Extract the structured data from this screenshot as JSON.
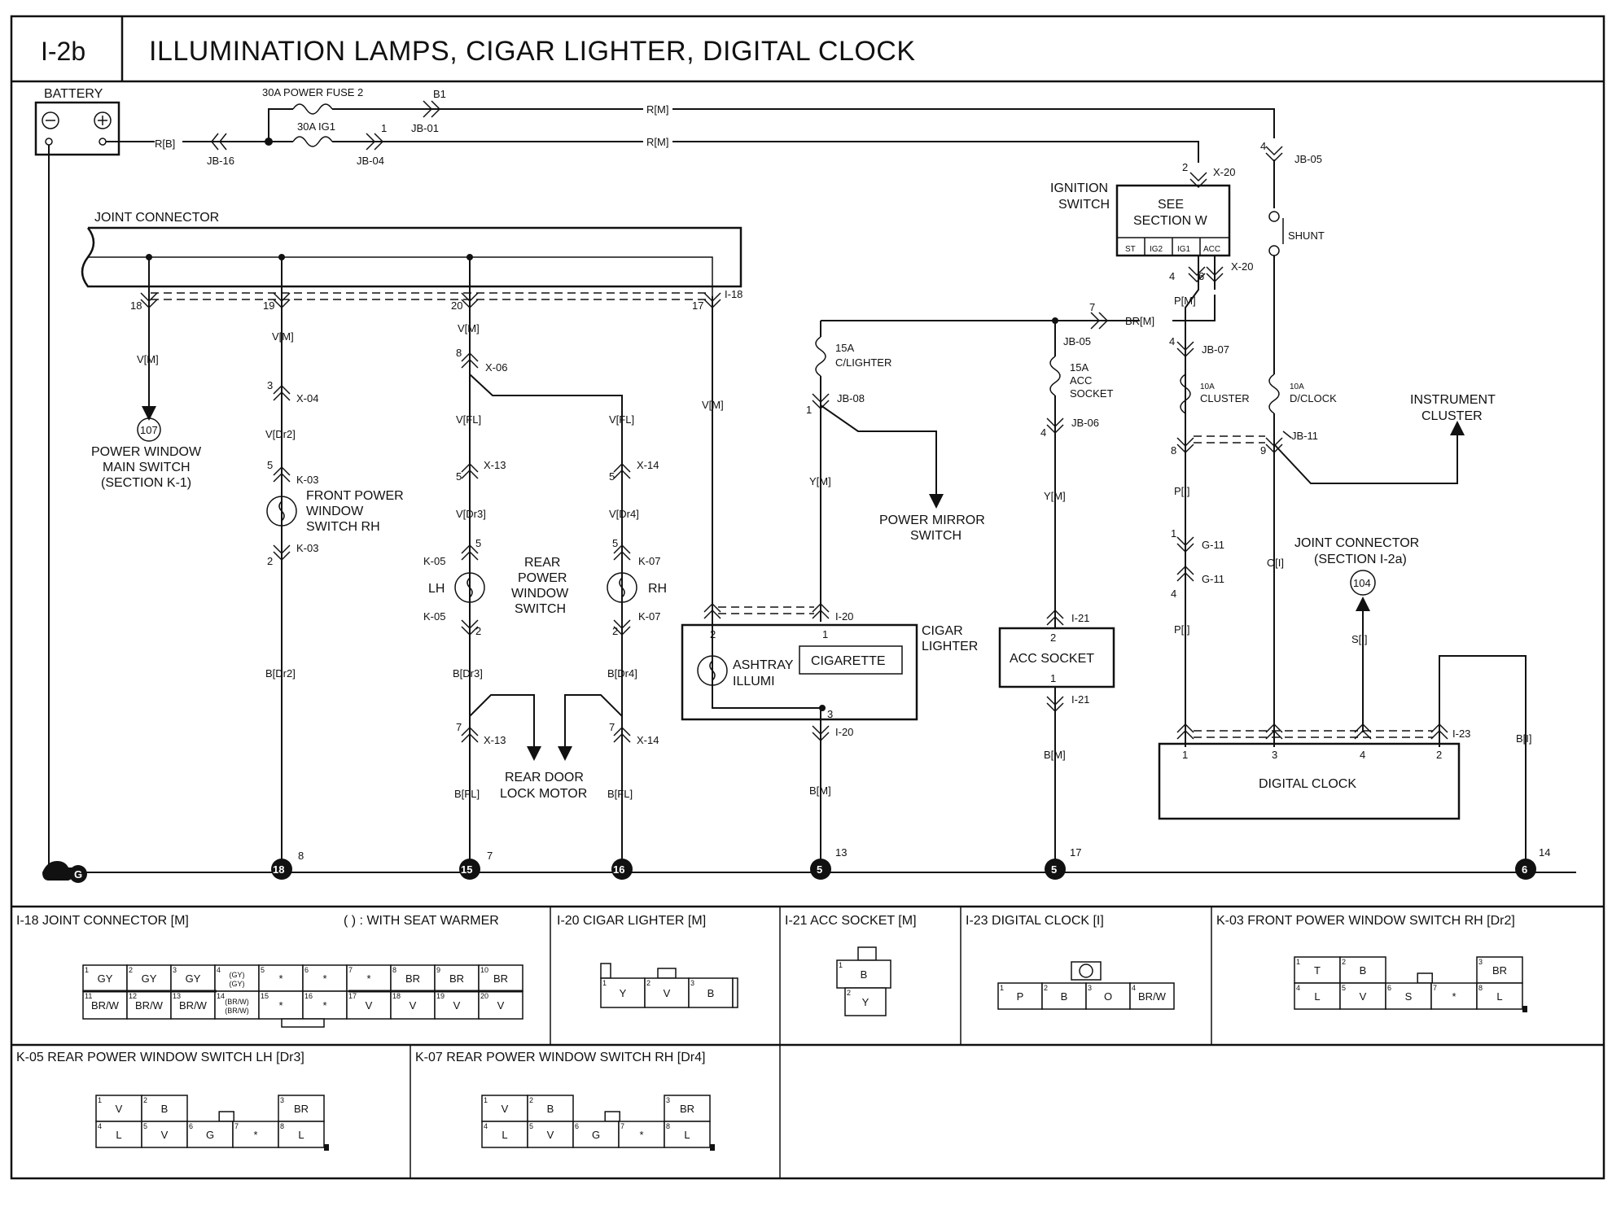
{
  "header": {
    "code": "I-2b",
    "title": "ILLUMINATION LAMPS, CIGAR LIGHTER, DIGITAL CLOCK"
  },
  "diagram": {
    "battery": "BATTERY",
    "fuse_power2": "30A POWER FUSE 2",
    "fuse_ig1": "30A IG1",
    "c_b1": "B1",
    "c_jb01": "JB-01",
    "c_1": "1",
    "c_jb04": "JB-04",
    "c_jb16": "JB-16",
    "w_rb": "R[B]",
    "w_rm1": "R[M]",
    "w_rm2": "R[M]",
    "joint_connector": "JOINT CONNECTOR",
    "jc_p18": "18",
    "jc_p19": "19",
    "jc_p20": "20",
    "jc_p17": "17",
    "jc_i18": "I-18",
    "w_vm_a": "V[M]",
    "w_vm_b": "V[M]",
    "w_vm_c": "V[M]",
    "w_vm_d": "V[M]",
    "ref107": "107",
    "pw_main_1": "POWER WINDOW",
    "pw_main_2": "MAIN SWITCH",
    "pw_main_3": "(SECTION K-1)",
    "x04_pin": "3",
    "x04": "X-04",
    "w_vdr2": "V[Dr2]",
    "k03_p5": "5",
    "k03_a": "K-03",
    "k03_b": "K-03",
    "k03_p2": "2",
    "fpw_1": "FRONT POWER",
    "fpw_2": "WINDOW",
    "fpw_3": "SWITCH RH",
    "w_bdr2": "B[Dr2]",
    "x06_pin": "8",
    "x06": "X-06",
    "w_vfl_a": "V[FL]",
    "w_vfl_b": "V[FL]",
    "x13_p5": "5",
    "x13_a": "X-13",
    "x14_p5": "5",
    "x14_a": "X-14",
    "w_vdr3": "V[Dr3]",
    "w_vdr4": "V[Dr4]",
    "k05_a": "K-05",
    "k05_b": "K-05",
    "k05_p5": "5",
    "k05_p2": "2",
    "k07_a": "K-07",
    "k07_b": "K-07",
    "k07_p5": "5",
    "k07_p2": "2",
    "lh": "LH",
    "rh": "RH",
    "rpw_1": "REAR",
    "rpw_2": "POWER",
    "rpw_3": "WINDOW",
    "rpw_4": "SWITCH",
    "w_bdr3": "B[Dr3]",
    "w_bdr4": "B[Dr4]",
    "x13_p7": "7",
    "x13_b": "X-13",
    "x14_p7": "7",
    "x14_b": "X-14",
    "rdlm_1": "REAR DOOR",
    "rdlm_2": "LOCK MOTOR",
    "w_bfl_a": "B[FL]",
    "w_bfl_b": "B[FL]",
    "fuse_clighter_1": "15A",
    "fuse_clighter_2": "C/LIGHTER",
    "jb08_pin": "1",
    "jb08": "JB-08",
    "w_ym_a": "Y[M]",
    "pms_1": "POWER MIRROR",
    "pms_2": "SWITCH",
    "i20_a": "I-20",
    "i20_p2": "2",
    "i20_p1": "1",
    "i20_p3": "3",
    "i20_b": "I-20",
    "cigar_1": "CIGAR",
    "cigar_2": "LIGHTER",
    "ashtray_1": "ASHTRAY",
    "ashtray_2": "ILLUMI",
    "cigarette": "CIGARETTE",
    "w_bm_a": "B[M]",
    "br_pin": "7",
    "w_brm": "BR[M]",
    "jb05_b": "JB-05",
    "fuse_acc_1": "15A",
    "fuse_acc_2": "ACC",
    "fuse_acc_3": "SOCKET",
    "jb06_pin": "4",
    "jb06": "JB-06",
    "w_ym_b": "Y[M]",
    "i21_a": "I-21",
    "i21_p2": "2",
    "acc_socket": "ACC SOCKET",
    "i21_p1": "1",
    "i21_b": "I-21",
    "w_bm_b": "B[M]",
    "ign_1": "IGNITION",
    "ign_2": "SWITCH",
    "see_1": "SEE",
    "see_2": "SECTION W",
    "ign_st": "ST",
    "ign_ig2": "IG2",
    "ign_ig1": "IG1",
    "ign_acc": "ACC",
    "x20_p2": "2",
    "x20_a": "X-20",
    "x20_p4": "4",
    "x20_p6": "6",
    "x20_b": "X-20",
    "w_pm": "P[M]",
    "jb07_pin": "4",
    "jb07": "JB-07",
    "fuse_cluster_1": "10A",
    "fuse_cluster_2": "CLUSTER",
    "jb05_pin": "4",
    "jb05_a": "JB-05",
    "shunt": "SHUNT",
    "fuse_dclock_1": "10A",
    "fuse_dclock_2": "D/CLOCK",
    "jb11_p8": "8",
    "jb11_p9": "9",
    "jb11": "JB-11",
    "instr_1": "INSTRUMENT",
    "instr_2": "CLUSTER",
    "w_pi_a": "P[I]",
    "g11_p1": "1",
    "g11_a": "G-11",
    "g11_p4": "4",
    "g11_b": "G-11",
    "w_pi_b": "P[I]",
    "w_oi": "O[I]",
    "jc104_1": "JOINT CONNECTOR",
    "jc104_2": "(SECTION I-2a)",
    "ref104": "104",
    "w_si": "S[I]",
    "w_bi": "B[I]",
    "i23": "I-23",
    "dc_p1": "1",
    "dc_p3": "3",
    "dc_p4": "4",
    "dc_p2": "2",
    "digital_clock": "DIGITAL CLOCK",
    "g_main": "G",
    "g18": "18",
    "g18_n": "8",
    "g15": "15",
    "g15_n": "7",
    "g16": "16",
    "g5a": "5",
    "g5a_n": "13",
    "g5b": "5",
    "g5b_n": "17",
    "g6": "6",
    "g6_n": "14"
  },
  "connectors": {
    "i18": {
      "title": "I-18 JOINT CONNECTOR [M]",
      "note": "(   ) : WITH SEAT WARMER",
      "row1": [
        [
          "1",
          "GY"
        ],
        [
          "2",
          "GY"
        ],
        [
          "3",
          "GY"
        ],
        [
          "4",
          "(GY)(GY)"
        ],
        [
          "5",
          "*"
        ],
        [
          "6",
          "*"
        ],
        [
          "7",
          "*"
        ],
        [
          "8",
          "BR"
        ],
        [
          "9",
          "BR"
        ],
        [
          "10",
          "BR"
        ]
      ],
      "row2": [
        [
          "11",
          "BR/W"
        ],
        [
          "12",
          "BR/W"
        ],
        [
          "13",
          "BR/W"
        ],
        [
          "14",
          "(BR/W)(BR/W)"
        ],
        [
          "15",
          "*"
        ],
        [
          "16",
          "*"
        ],
        [
          "17",
          "V"
        ],
        [
          "18",
          "V"
        ],
        [
          "19",
          "V"
        ],
        [
          "20",
          "V"
        ]
      ]
    },
    "i20": {
      "title": "I-20 CIGAR LIGHTER [M]",
      "cells": [
        [
          "1",
          "Y"
        ],
        [
          "2",
          "V"
        ],
        [
          "3",
          "B"
        ]
      ]
    },
    "i21": {
      "title": "I-21 ACC SOCKET [M]",
      "cells": [
        [
          "1",
          "B"
        ],
        [
          "2",
          "Y"
        ]
      ]
    },
    "i23": {
      "title": "I-23 DIGITAL CLOCK [I]",
      "top": "O",
      "cells": [
        [
          "1",
          "P"
        ],
        [
          "2",
          "B"
        ],
        [
          "3",
          "O"
        ],
        [
          "4",
          "BR/W"
        ]
      ]
    },
    "k03": {
      "title": "K-03 FRONT POWER WINDOW SWITCH RH [Dr2]",
      "row1": [
        [
          "1",
          "T"
        ],
        [
          "2",
          "B"
        ],
        [
          "3",
          "BR"
        ]
      ],
      "row2": [
        [
          "4",
          "L"
        ],
        [
          "5",
          "V"
        ],
        [
          "6",
          "S"
        ],
        [
          "7",
          "*"
        ],
        [
          "8",
          "L"
        ]
      ]
    },
    "k05": {
      "title": "K-05 REAR POWER WINDOW SWITCH LH [Dr3]",
      "row1": [
        [
          "1",
          "V"
        ],
        [
          "2",
          "B"
        ],
        [
          "3",
          "BR"
        ]
      ],
      "row2": [
        [
          "4",
          "L"
        ],
        [
          "5",
          "V"
        ],
        [
          "6",
          "G"
        ],
        [
          "7",
          "*"
        ],
        [
          "8",
          "L"
        ]
      ]
    },
    "k07": {
      "title": "K-07 REAR POWER WINDOW SWITCH RH [Dr4]",
      "row1": [
        [
          "1",
          "V"
        ],
        [
          "2",
          "B"
        ],
        [
          "3",
          "BR"
        ]
      ],
      "row2": [
        [
          "4",
          "L"
        ],
        [
          "5",
          "V"
        ],
        [
          "6",
          "G"
        ],
        [
          "7",
          "*"
        ],
        [
          "8",
          "L"
        ]
      ]
    }
  }
}
